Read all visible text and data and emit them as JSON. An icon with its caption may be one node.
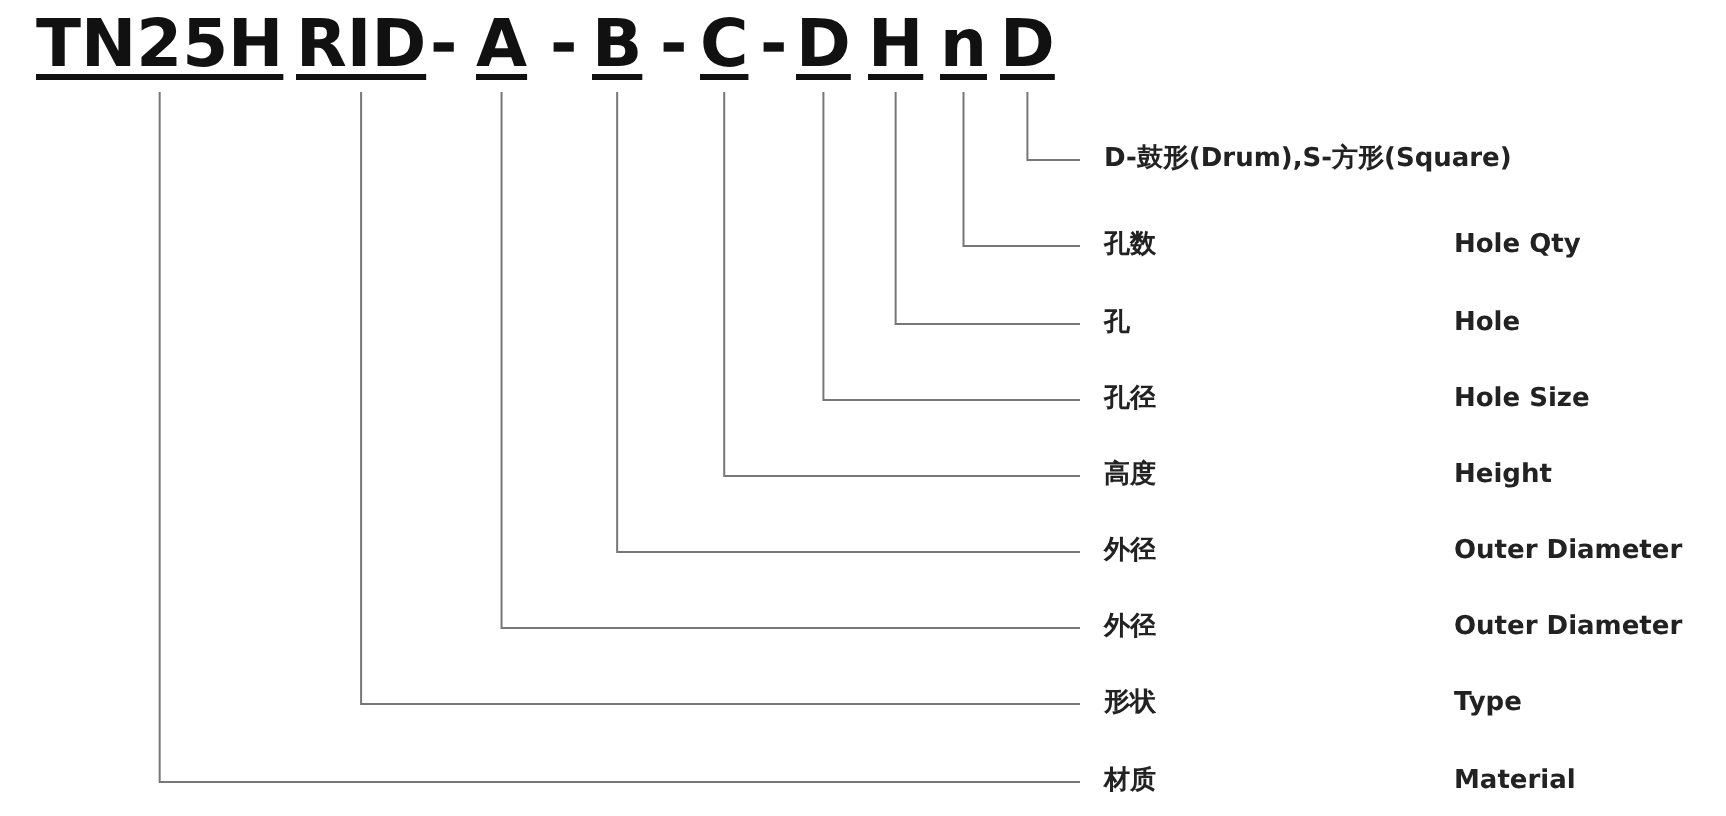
{
  "diagram": {
    "nodes": [
      {
        "text": [
          "TN25H"
        ]
      },
      {
        "text": [
          "RID"
        ]
      },
      {
        "text": [
          "A"
        ]
      },
      {
        "text": [
          "B"
        ]
      },
      {
        "text": [
          "C"
        ]
      },
      {
        "text": [
          "D"
        ]
      },
      {
        "text": [
          "H"
        ]
      },
      {
        "text": [
          "n"
        ]
      },
      {
        "text": [
          "D"
        ]
      },
      {
        "text": [
          "D-鼓形(Drum),S-方形(Square)"
        ]
      },
      {
        "text": [
          "孔数",
          "Hole Qty"
        ]
      },
      {
        "text": [
          "孔",
          "Hole"
        ]
      },
      {
        "text": [
          "孔径",
          "Hole Size"
        ]
      },
      {
        "text": [
          "高度",
          "Height"
        ]
      },
      {
        "text": [
          "外径",
          "Outer Diameter"
        ]
      },
      {
        "text": [
          "外径",
          "Outer Diameter"
        ]
      },
      {
        "text": [
          "形状",
          "Type"
        ]
      },
      {
        "text": [
          "材质",
          "Material"
        ]
      }
    ],
    "edges": [
      {
        "from": 8,
        "to": 9,
        "arrow": "none"
      },
      {
        "from": 7,
        "to": 10,
        "arrow": "none"
      },
      {
        "from": 6,
        "to": 11,
        "arrow": "none"
      },
      {
        "from": 5,
        "to": 12,
        "arrow": "none"
      },
      {
        "from": 4,
        "to": 13,
        "arrow": "none"
      },
      {
        "from": 3,
        "to": 14,
        "arrow": "none"
      },
      {
        "from": 2,
        "to": 15,
        "arrow": "none"
      },
      {
        "from": 1,
        "to": 16,
        "arrow": "none"
      },
      {
        "from": 0,
        "to": 17,
        "arrow": "none"
      }
    ],
    "labels": [
      "-",
      "-",
      "-",
      "-"
    ]
  }
}
